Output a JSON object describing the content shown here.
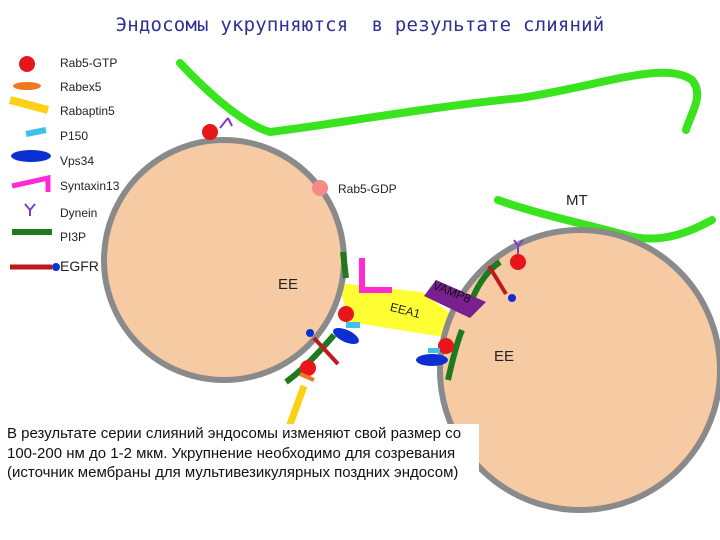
{
  "title": "Эндосомы укрупняются  в результате слияний",
  "legend": [
    {
      "label": "Rab5-GTP",
      "icon": "rab5-gtp-icon",
      "color": "#e8161b"
    },
    {
      "label": "Rabex5",
      "icon": "rabex5-icon",
      "color": "#f07820"
    },
    {
      "label": "Rabaptin5",
      "icon": "rabaptin5-icon",
      "color": "#fcd116"
    },
    {
      "label": "P150",
      "icon": "p150-icon",
      "color": "#3fc0e8"
    },
    {
      "label": "Vps34",
      "icon": "vps34-icon",
      "color": "#0b2fd0"
    },
    {
      "label": "Syntaxin13",
      "icon": "syntaxin13-icon",
      "color": "#ff2ad4"
    },
    {
      "label": "Dynein",
      "icon": "dynein-icon",
      "color": "#7b3fc4"
    },
    {
      "label": "PI3P",
      "icon": "pi3p-icon",
      "color": "#1f7a1f"
    },
    {
      "label": "EGFR",
      "icon": "egfr-icon",
      "color": "#c0191b"
    }
  ],
  "labels": {
    "rab5_gdp": "Rab5-GDP",
    "mt": "MT",
    "ee_left": "EE",
    "ee_right": "EE",
    "eea1": "EEA1",
    "vamp8": "VAMP8"
  },
  "caption": "В результате серии слияний эндосомы изменяют свой размер  со 100-200 нм до 1-2 мкм. Укрупнение необходимо для созревания (источник мембраны для мультивезикулярных поздних эндосом)",
  "colors": {
    "endosome_fill": "#f6cba4",
    "endosome_border": "#8a8a8a",
    "microtubule": "#39e41e",
    "bridge": "#ffff33",
    "vamp8": "#7a1f8f",
    "rab5_gdp": "#f48a8a"
  }
}
